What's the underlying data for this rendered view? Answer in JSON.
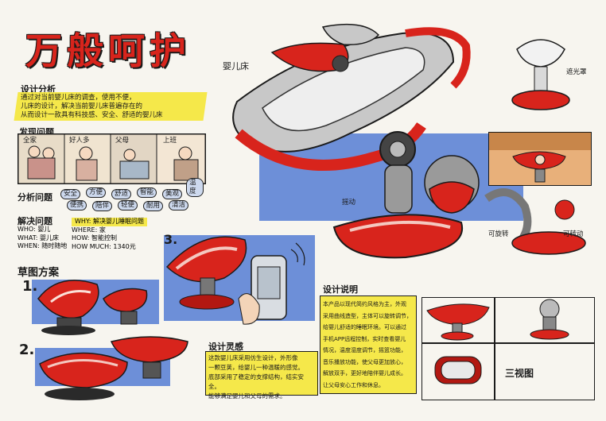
{
  "title": "万般呵护",
  "subtitle": "婴儿床",
  "sections": {
    "design_analysis": {
      "heading": "设计分析",
      "lines": [
        "通过对当前婴儿床的调查，使用不便，",
        "儿床的设计，解决当前婴儿床普遍存在的",
        "从而设计一款具有科技感、安全、舒适的婴儿床"
      ]
    },
    "found_problem": {
      "heading": "发现问题",
      "comic": [
        "全家",
        "好人多",
        "父母",
        "上班"
      ]
    },
    "analyze_problem": {
      "heading": "分析问题",
      "bubbles": [
        "安全",
        "方便",
        "舒适",
        "智能",
        "美观",
        "便携",
        "陪伴",
        "轻便",
        "耐用",
        "清洁",
        "温度"
      ]
    },
    "solve_problem": {
      "heading": "解决问题",
      "rows": [
        {
          "k": "WHO:",
          "v": "婴儿"
        },
        {
          "k": "WHAT:",
          "v": "婴儿床"
        },
        {
          "k": "WHEN:",
          "v": "随时随地"
        },
        {
          "k": "WHY:",
          "v": "解决婴儿睡眠问题"
        },
        {
          "k": "WHERE:",
          "v": "家"
        },
        {
          "k": "HOW:",
          "v": "智能控制"
        },
        {
          "k": "HOW MUCH:",
          "v": "1340元"
        }
      ]
    },
    "sketch_plan": {
      "heading": "草图方案",
      "labels": [
        "1.",
        "2.",
        "3."
      ]
    },
    "design_inspiration": {
      "heading": "设计灵感",
      "lines": [
        "这款婴儿床采用仿生设计，外形像",
        "一颗豆荚，给婴儿一种温暖的感觉。",
        "底部采用了稳定的支撑结构，结实安全。",
        "能够满足婴儿和父母的需求。"
      ]
    },
    "design_description": {
      "heading": "设计说明",
      "lines": [
        "本产品以现代简约风格为主，外观",
        "采用曲线造型，主体可以旋转调节，",
        "给婴儿舒适的睡眠环境。可以通过",
        "手机APP远程控制，实时查看婴儿",
        "情况，温度湿度调节，摇篮功能，",
        "音乐播放功能，使父母更加放心，",
        "解放双手，更好地陪伴婴儿成长。",
        "让父母安心工作和休息。"
      ]
    },
    "three_views": {
      "label": "三视图"
    },
    "callouts": {
      "shading": "遮光罩",
      "swing": "摇动",
      "rotate": "可旋转",
      "wheel": "可转动"
    }
  },
  "colors": {
    "red": "#d8241c",
    "dark_red": "#8a1410",
    "blue": "#6d8fd8",
    "yellow": "#f5e84a",
    "gray": "#9a9a9a",
    "ink": "#1b1b1b"
  }
}
